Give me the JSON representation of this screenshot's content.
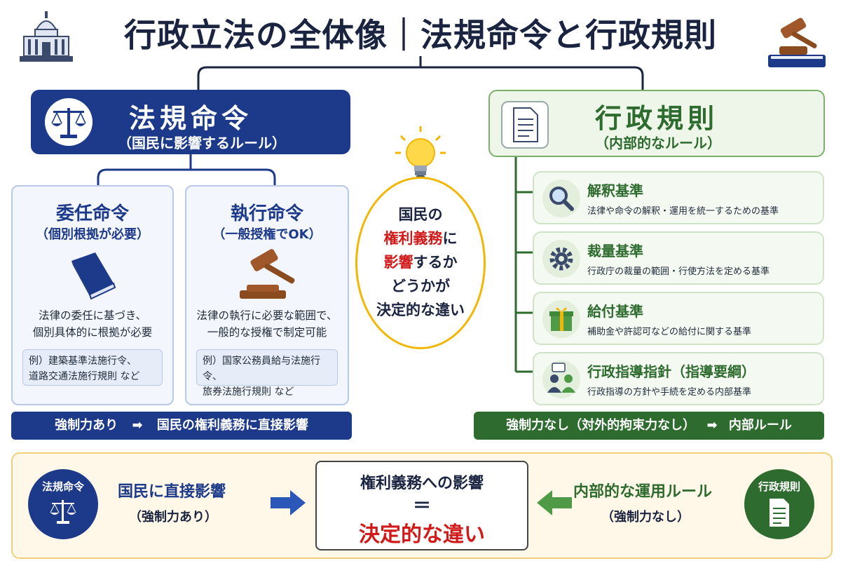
{
  "title": "行政立法の全体像｜法規命令と行政規則",
  "left": {
    "title": "法規命令",
    "subtitle": "（国民に影響するルール）",
    "cards": [
      {
        "title": "委任命令",
        "subtitle": "（個別根拠が必要）",
        "desc1": "法律の委任に基づき、",
        "desc2": "個別具体的に根拠が必要",
        "ex1": "例）建築基準法施行令、",
        "ex2": "道路交通法施行規則 など"
      },
      {
        "title": "執行命令",
        "subtitle": "（一般授権でOK）",
        "desc1": "法律の執行に必要な範囲で、",
        "desc2": "一般的な授権で制定可能",
        "ex1": "例）国家公務員給与法施行令、",
        "ex2": "旅券法施行規則 など"
      }
    ],
    "bar_left": "強制力あり",
    "bar_right": "国民の権利義務に直接影響"
  },
  "center": {
    "line1": "国民の",
    "line2_red": "権利義務",
    "line2_rest": "に",
    "line3_red": "影響",
    "line3_rest": "するか",
    "line4": "どうかが",
    "line5": "決定的な違い"
  },
  "right": {
    "title": "行政規則",
    "subtitle": "（内部的なルール）",
    "items": [
      {
        "title": "解釈基準",
        "desc": "法律や命令の解釈・運用を統一するための基準",
        "icon": "magnifier-icon"
      },
      {
        "title": "裁量基準",
        "desc": "行政庁の裁量の範囲・行使方法を定める基準",
        "icon": "gear-icon"
      },
      {
        "title": "給付基準",
        "desc": "補助金や許認可などの給付に関する基準",
        "icon": "gift-icon"
      },
      {
        "title": "行政指導指針（指導要綱）",
        "desc": "行政指導の方針や手続を定める内部基準",
        "icon": "people-chat-icon"
      }
    ],
    "bar_left": "強制力なし（対外的拘束力なし）",
    "bar_right": "内部ルール"
  },
  "bottom": {
    "left_circle": "法規命令",
    "left_main": "国民に直接影響",
    "left_sub": "（強制力あり）",
    "mid_top": "権利義務への影響",
    "mid_eq": "＝",
    "mid_bottom": "決定的な違い",
    "right_main": "内部的な運用ルール",
    "right_sub": "（強制力なし）",
    "right_circle": "行政規則"
  },
  "colors": {
    "navy": "#1d3a8a",
    "green": "#2e6b2e",
    "red": "#d11a1a",
    "yellow": "#f2b705"
  }
}
